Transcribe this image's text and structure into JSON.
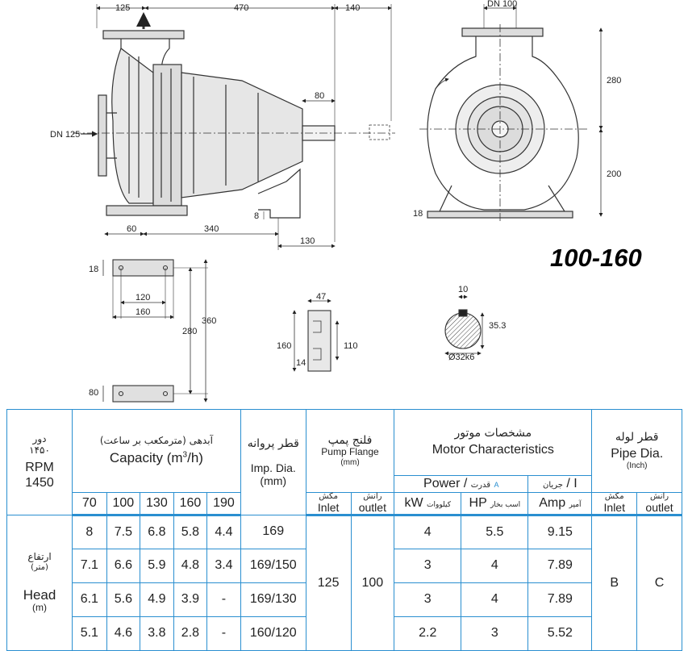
{
  "drawing": {
    "model": "100-160",
    "dims": {
      "top_125": "125",
      "top_470": "470",
      "top_140": "140",
      "dn100": "DN 100",
      "dn125": "DN 125",
      "d80_shaft": "80",
      "d8": "8",
      "d60": "60",
      "d340": "340",
      "d130": "130",
      "d280_front": "280",
      "d200_front": "200",
      "d18_front": "18",
      "base_18": "18",
      "base_120": "120",
      "base_160": "160",
      "base_280": "280",
      "base_360": "360",
      "base_80": "80",
      "foot_47": "47",
      "foot_160": "160",
      "foot_110": "110",
      "foot_14": "14",
      "key_10": "10",
      "key_353": "35.3",
      "key_dia": "Ø32k6"
    }
  },
  "table": {
    "rpm_fa_1": "دور",
    "rpm_fa_2": "۱۴۵۰",
    "rpm_en_1": "RPM",
    "rpm_en_2": "1450",
    "capacity_fa": "آبدهی (مترمکعب بر ساعت)",
    "capacity_en_pre": "Capacity (m",
    "capacity_en_sup": "3",
    "capacity_en_post": "/h)",
    "capacity_values": [
      "70",
      "100",
      "130",
      "160",
      "190"
    ],
    "imp_fa": "قطر پروانه",
    "imp_en_1": "Imp. Dia.",
    "imp_en_2": "(mm)",
    "flange_fa": "فلنج پمپ",
    "flange_en_1": "Pump Flange",
    "flange_en_2": "(mm)",
    "flange_inlet_fa": "مکش",
    "flange_inlet_en": "Inlet",
    "flange_outlet_fa": "رانش",
    "flange_outlet_en": "outlet",
    "motor_fa": "مشخصات موتور",
    "motor_en": "Motor Characteristics",
    "power_en": "Power /",
    "power_fa": "قدرت",
    "power_tag": "A",
    "current_fa": "جریان",
    "current_en": "/ I",
    "kw_en": "kW",
    "kw_fa": "کیلووات",
    "hp_en": "HP",
    "hp_fa": "اسب بخار",
    "amp_en": "Amp",
    "amp_fa": "آمپر",
    "pipe_fa": "قطر لوله",
    "pipe_en_1": "Pipe Dia.",
    "pipe_en_2": "(Inch)",
    "pipe_inlet_fa": "مکش",
    "pipe_inlet_en": "Inlet",
    "pipe_outlet_fa": "رانش",
    "pipe_outlet_en": "outlet",
    "head_fa_1": "ارتفاع",
    "head_fa_2": "(متر)",
    "head_en_1": "Head",
    "head_en_2": "(m)",
    "flange_inlet_value": "125",
    "flange_outlet_value": "100",
    "pipe_inlet_value": "B",
    "pipe_outlet_value": "C",
    "rows": [
      {
        "heads": [
          "8",
          "7.5",
          "6.8",
          "5.8",
          "4.4"
        ],
        "imp": "169",
        "kw": "4",
        "hp": "5.5",
        "amp": "9.15"
      },
      {
        "heads": [
          "7.1",
          "6.6",
          "5.9",
          "4.8",
          "3.4"
        ],
        "imp": "169/150",
        "kw": "3",
        "hp": "4",
        "amp": "7.89"
      },
      {
        "heads": [
          "6.1",
          "5.6",
          "4.9",
          "3.9",
          "-"
        ],
        "imp": "169/130",
        "kw": "3",
        "hp": "4",
        "amp": "7.89"
      },
      {
        "heads": [
          "5.1",
          "4.6",
          "3.8",
          "2.8",
          "-"
        ],
        "imp": "160/120",
        "kw": "2.2",
        "hp": "3",
        "amp": "5.52"
      }
    ]
  }
}
